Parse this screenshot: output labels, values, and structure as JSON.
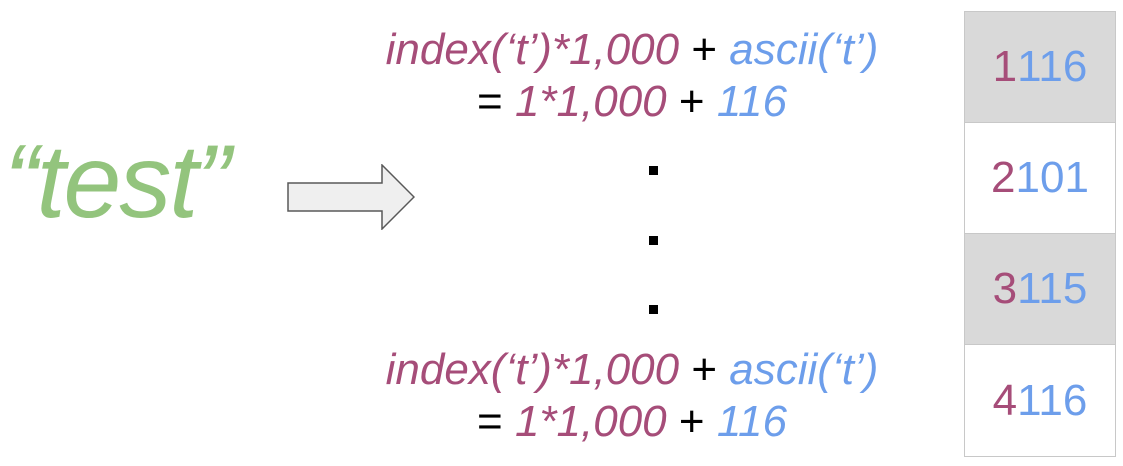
{
  "input_word": "“test”",
  "arrow_icon": "right-arrow-icon",
  "colors": {
    "word": "#93c47d",
    "index": "#a64d79",
    "ascii": "#6d9eeb",
    "shaded_cell": "#d9d9d9",
    "cell_border": "#c8c8c8",
    "arrow_fill": "#efefef",
    "arrow_stroke": "#595959"
  },
  "formula_top": {
    "index_expr": "index(‘t’)*1,000",
    "plus": "+",
    "ascii_expr": "ascii(‘t’)",
    "equals": "=",
    "index_value": "1*1,000",
    "plus2": "+",
    "ascii_value": "116"
  },
  "formula_bottom": {
    "index_expr": "index(‘t’)*1,000",
    "plus": "+",
    "ascii_expr": "ascii(‘t’)",
    "equals": "=",
    "index_value": "1*1,000",
    "plus2": "+",
    "ascii_value": "116"
  },
  "ellipsis_dots": 3,
  "table": {
    "cells": [
      {
        "index": "1",
        "ascii": "116",
        "shaded": true
      },
      {
        "index": "2",
        "ascii": "101",
        "shaded": false
      },
      {
        "index": "3",
        "ascii": "115",
        "shaded": true
      },
      {
        "index": "4",
        "ascii": "116",
        "shaded": false
      }
    ]
  }
}
